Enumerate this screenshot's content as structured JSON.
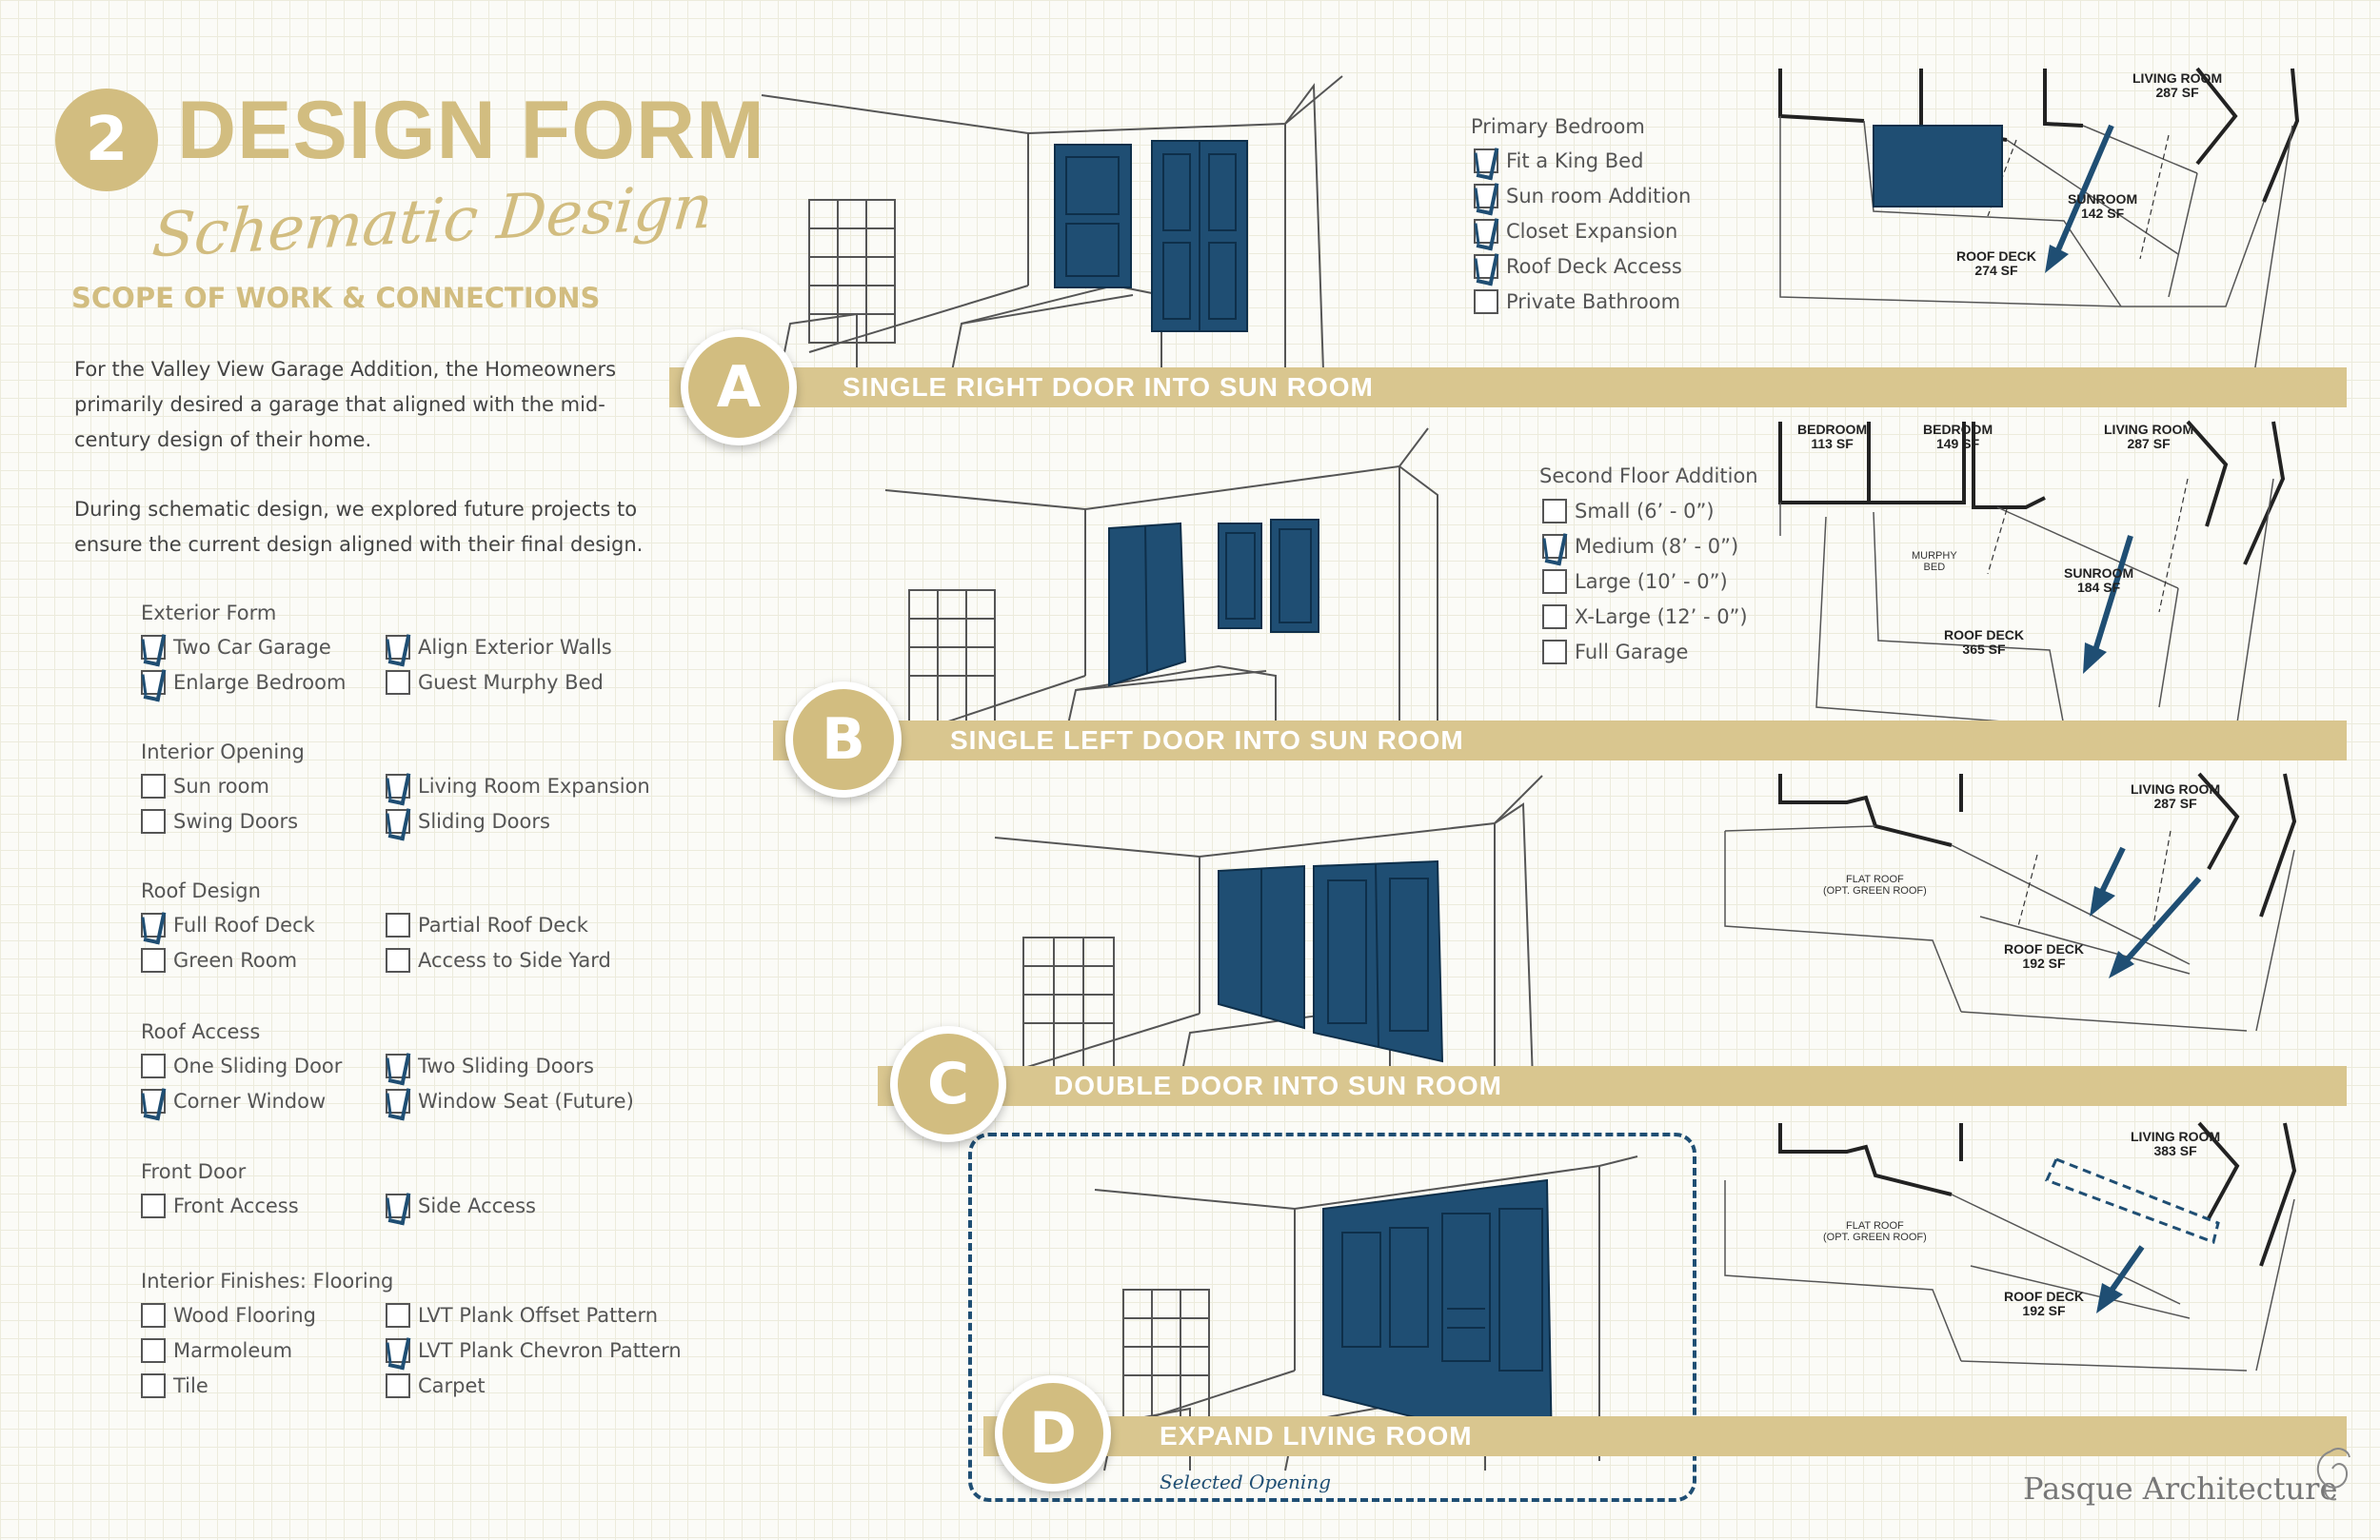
{
  "header": {
    "number": "2",
    "title": "DESIGN FORM",
    "subtitle": "Schematic Design",
    "section": "SCOPE OF WORK & CONNECTIONS"
  },
  "intro": {
    "p1": "For the Valley View Garage Addition, the Homeowners primarily desired a garage that aligned with the mid-century design of their home.",
    "p2": "During schematic design, we explored future projects to ensure the current design aligned with their final design."
  },
  "groups": [
    {
      "title": "Exterior Form",
      "items": [
        {
          "label": "Two Car Garage",
          "checked": true
        },
        {
          "label": "Align Exterior Walls",
          "checked": true
        },
        {
          "label": "Enlarge Bedroom",
          "checked": true
        },
        {
          "label": "Guest Murphy Bed",
          "checked": false
        }
      ]
    },
    {
      "title": "Interior Opening",
      "items": [
        {
          "label": "Sun room",
          "checked": false
        },
        {
          "label": "Living Room Expansion",
          "checked": true
        },
        {
          "label": "Swing Doors",
          "checked": false
        },
        {
          "label": "Sliding Doors",
          "checked": true
        }
      ]
    },
    {
      "title": "Roof Design",
      "items": [
        {
          "label": "Full Roof Deck",
          "checked": true
        },
        {
          "label": "Partial Roof Deck",
          "checked": false
        },
        {
          "label": "Green Room",
          "checked": false
        },
        {
          "label": "Access to Side Yard",
          "checked": false
        }
      ]
    },
    {
      "title": "Roof Access",
      "items": [
        {
          "label": "One Sliding Door",
          "checked": false
        },
        {
          "label": "Two Sliding Doors",
          "checked": true
        },
        {
          "label": "Corner Window",
          "checked": true
        },
        {
          "label": "Window Seat (Future)",
          "checked": true
        }
      ]
    },
    {
      "title": "Front Door",
      "items": [
        {
          "label": "Front Access",
          "checked": false
        },
        {
          "label": "Side Access",
          "checked": true
        }
      ]
    },
    {
      "title": "Interior Finishes: Flooring",
      "items": [
        {
          "label": "Wood Flooring",
          "checked": false
        },
        {
          "label": "LVT Plank Offset Pattern",
          "checked": false
        },
        {
          "label": "Marmoleum",
          "checked": false
        },
        {
          "label": "LVT Plank Chevron Pattern",
          "checked": true
        },
        {
          "label": "Tile",
          "checked": false
        },
        {
          "label": "Carpet",
          "checked": false
        }
      ]
    }
  ],
  "primary_bedroom": {
    "title": "Primary Bedroom",
    "items": [
      {
        "label": "Fit a King Bed",
        "checked": true
      },
      {
        "label": "Sun room Addition",
        "checked": true
      },
      {
        "label": "Closet Expansion",
        "checked": true
      },
      {
        "label": "Roof Deck Access",
        "checked": true
      },
      {
        "label": "Private Bathroom",
        "checked": false
      }
    ]
  },
  "second_floor": {
    "title": "Second Floor Addition",
    "items": [
      {
        "label": "Small (6’ - 0”)",
        "checked": false
      },
      {
        "label": "Medium (8’ - 0”)",
        "checked": true
      },
      {
        "label": "Large (10’ - 0”)",
        "checked": false
      },
      {
        "label": "X-Large (12’ - 0”)",
        "checked": false
      },
      {
        "label": "Full Garage",
        "checked": false
      }
    ]
  },
  "options": [
    {
      "letter": "A",
      "label": "SINGLE RIGHT DOOR INTO SUN ROOM"
    },
    {
      "letter": "B",
      "label": "SINGLE LEFT DOOR INTO SUN ROOM"
    },
    {
      "letter": "C",
      "label": "DOUBLE DOOR INTO SUN ROOM"
    },
    {
      "letter": "D",
      "label": "EXPAND LIVING ROOM"
    }
  ],
  "plans": {
    "a": {
      "living": "LIVING ROOM",
      "living_sf": "287 SF",
      "sun": "SUNROOM",
      "sun_sf": "142 SF",
      "deck": "ROOF DECK",
      "deck_sf": "274 SF"
    },
    "b": {
      "bed1": "BEDROOM",
      "bed1_sf": "113 SF",
      "bed2": "BEDROOM",
      "bed2_sf": "149 SF",
      "living": "LIVING ROOM",
      "living_sf": "287 SF",
      "murphy": "MURPHY\nBED",
      "sun": "SUNROOM",
      "sun_sf": "184 SF",
      "deck": "ROOF DECK",
      "deck_sf": "365 SF"
    },
    "c": {
      "living": "LIVING ROOM",
      "living_sf": "287 SF",
      "flat": "FLAT ROOF",
      "flat_note": "(OPT. GREEN ROOF)",
      "deck": "ROOF DECK",
      "deck_sf": "192 SF"
    },
    "d": {
      "living": "LIVING ROOM",
      "living_sf": "383 SF",
      "flat": "FLAT ROOF",
      "flat_note": "(OPT. GREEN ROOF)",
      "deck": "ROOF DECK",
      "deck_sf": "192 SF"
    }
  },
  "selected_label": "Selected Opening",
  "brand": "Pasque Architecture",
  "colors": {
    "gold": "#d2bd80",
    "banner": "#d9c68f",
    "navy": "#1f4e73"
  }
}
